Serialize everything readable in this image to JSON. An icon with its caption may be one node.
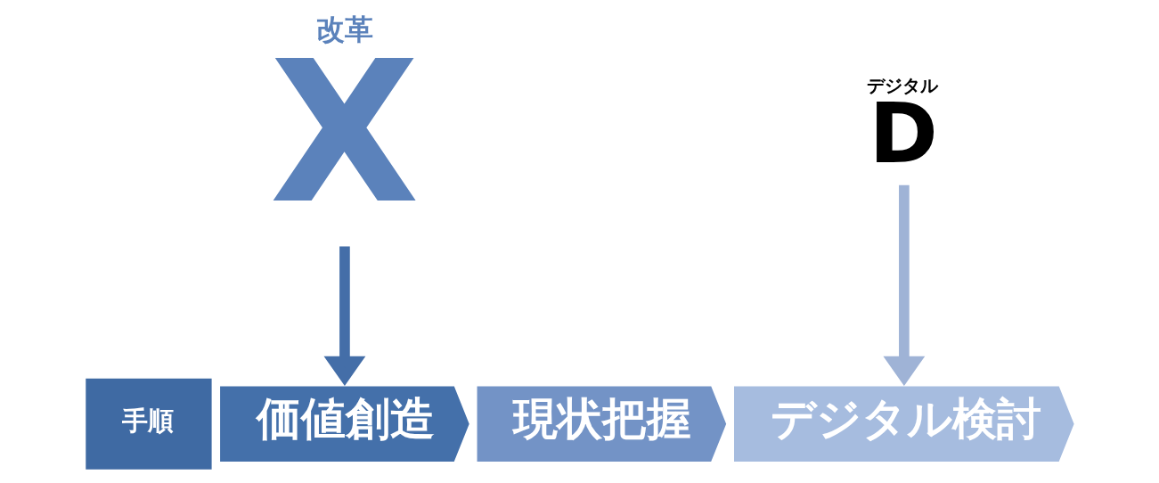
{
  "diagram": {
    "nodes": [
      {
        "text": [
          "デジタル",
          "D"
        ]
      },
      {
        "text": [
          "改革",
          "X"
        ]
      },
      {
        "text": [
          "手順"
        ]
      },
      {
        "text": [
          "価値創造"
        ]
      },
      {
        "text": [
          "現状把握"
        ]
      },
      {
        "text": [
          "デジタル検討"
        ]
      }
    ],
    "edges": [
      {
        "from": 1,
        "to": 3,
        "arrow": "to",
        "color": "#446ea8"
      },
      {
        "from": 0,
        "to": 5,
        "arrow": "to",
        "color": "#9fb3d6"
      }
    ]
  }
}
